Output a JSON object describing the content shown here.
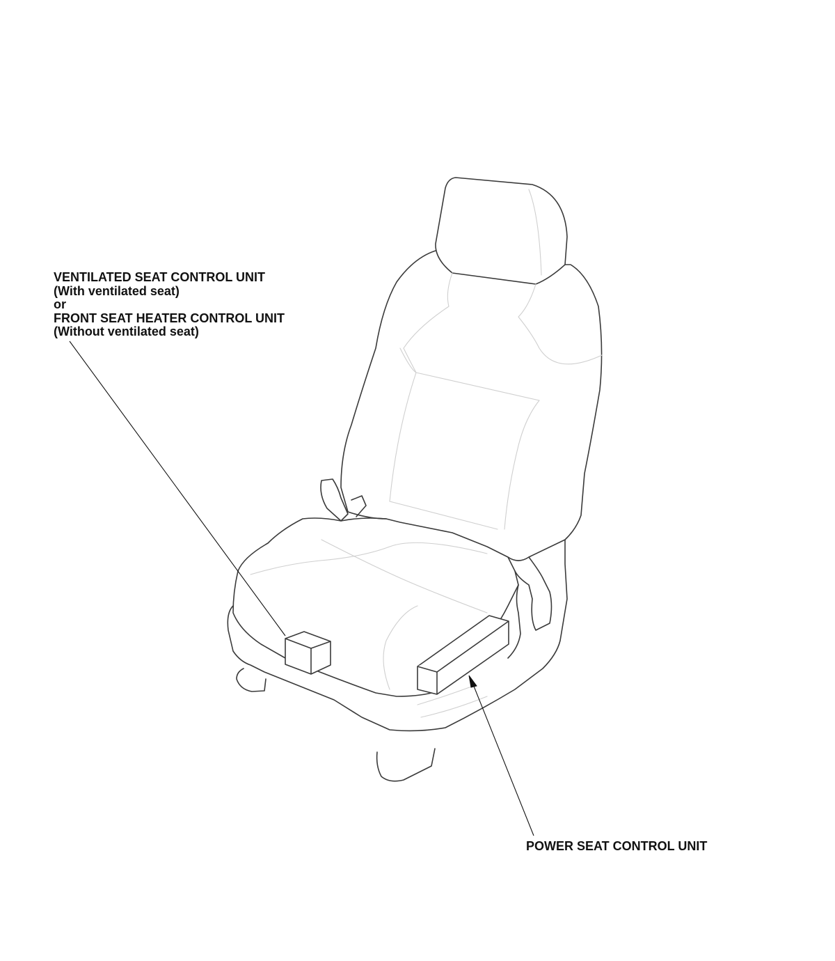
{
  "callouts": {
    "ventilated": {
      "line1": "VENTILATED SEAT CONTROL UNIT",
      "line2": "(With ventilated seat)",
      "line3": "or",
      "line4": "FRONT SEAT HEATER CONTROL UNIT",
      "line5": "(Without ventilated seat)"
    },
    "power": {
      "line1": "POWER SEAT CONTROL UNIT"
    }
  },
  "colors": {
    "outline": "#3a3a3a",
    "seam": "#cfcfcf",
    "text": "#111111",
    "background": "#ffffff"
  }
}
